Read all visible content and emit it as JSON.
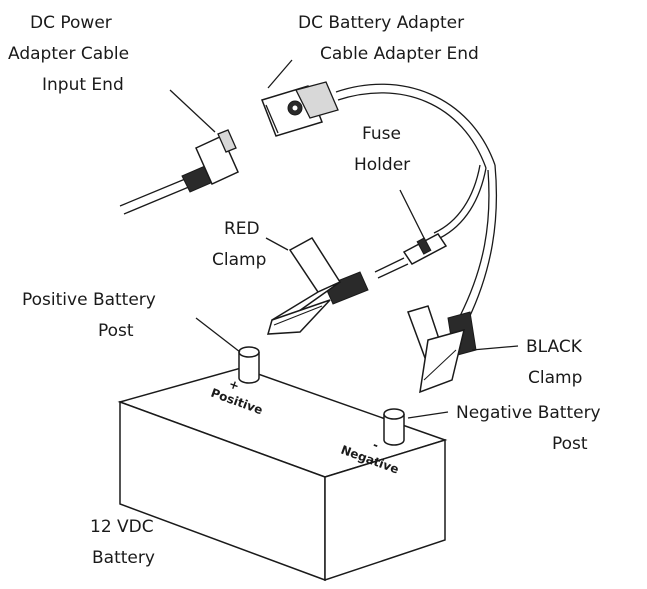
{
  "labels": {
    "dc_power_line1": "DC Power",
    "dc_power_line2": "Adapter Cable",
    "dc_power_line3": "Input End",
    "dc_battery_line1": "DC Battery Adapter",
    "dc_battery_line2": "Cable Adapter End",
    "fuse_line1": "Fuse",
    "fuse_line2": "Holder",
    "red_line1": "RED",
    "red_line2": "Clamp",
    "positive_line1": "Positive Battery",
    "positive_line2": "Post",
    "black_line1": "BLACK",
    "black_line2": "Clamp",
    "negative_line1": "Negative Battery",
    "negative_line2": "Post",
    "battery_line1": "12 VDC",
    "battery_line2": "Battery"
  },
  "battery_marks": {
    "plus_sign": "+",
    "positive_word": "Positive",
    "minus_sign": "-",
    "negative_word": "Negative"
  }
}
